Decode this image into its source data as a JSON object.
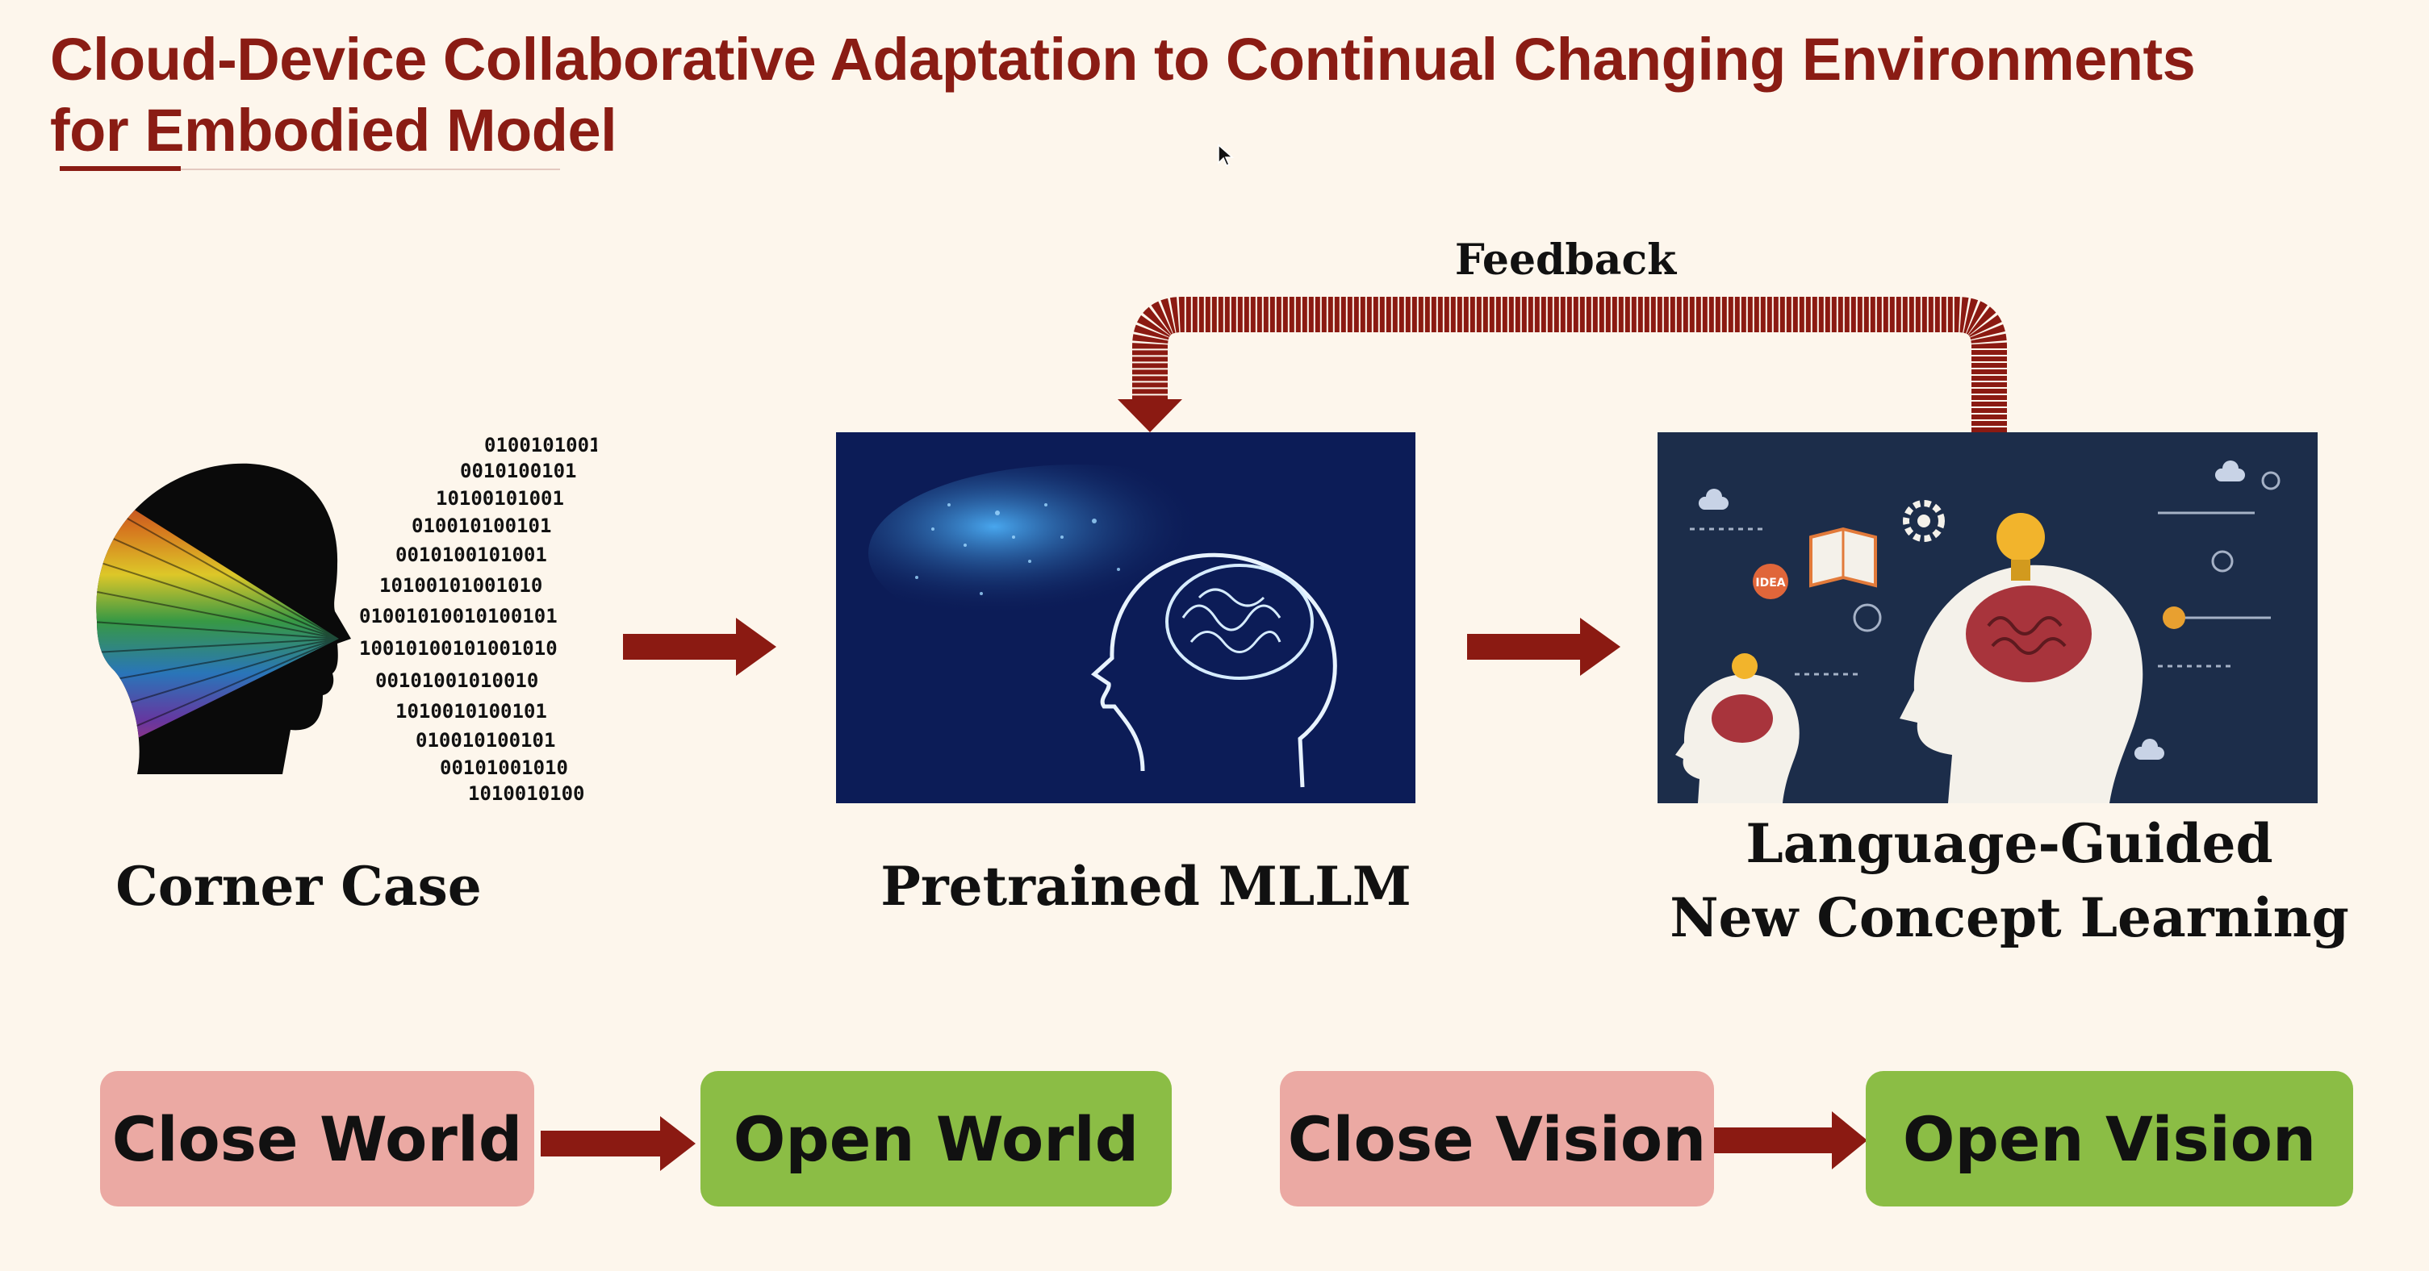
{
  "title": {
    "line1": "Cloud-Device Collaborative Adaptation to Continual Changing Environments",
    "line2": "for Embodied Model"
  },
  "diagram": {
    "feedback_label": "Feedback",
    "nodes": [
      {
        "label": "Corner Case"
      },
      {
        "label": "Pretrained MLLM"
      },
      {
        "label_line1": "Language-Guided",
        "label_line2": "New Concept Learning"
      }
    ]
  },
  "transitions": [
    {
      "from": "Close World",
      "to": "Open World"
    },
    {
      "from": "Close Vision",
      "to": "Open Vision"
    }
  ],
  "binary_text": "010010100101001010100101",
  "idea_text": "IDEA",
  "colors": {
    "title": "#8a1c14",
    "arrow": "#8b1a12",
    "pink_box": "#eba9a3",
    "green_box": "#8bbd45",
    "background": "#fdf6ec"
  },
  "icons": [
    "head-silhouette-icon",
    "brain-icon",
    "lightbulb-icon",
    "book-icon",
    "gear-icon",
    "cursor-icon"
  ]
}
